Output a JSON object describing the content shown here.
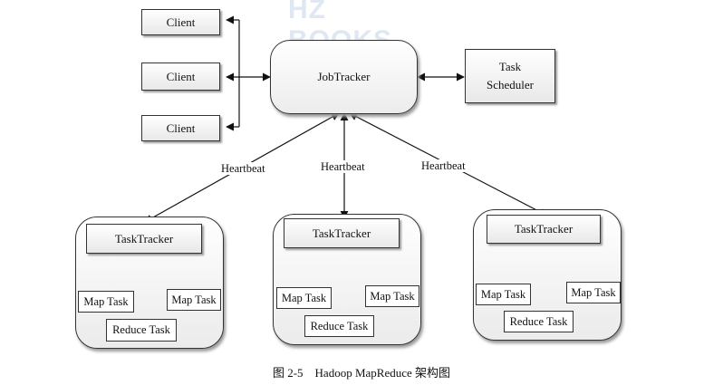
{
  "watermark": "HZ BOOKS",
  "clients": [
    "Client",
    "Client",
    "Client"
  ],
  "jobtracker": "JobTracker",
  "task_scheduler": {
    "line1": "Task",
    "line2": "Scheduler"
  },
  "heartbeat_labels": [
    "Heartbeat",
    "Heartbeat",
    "Heartbeat"
  ],
  "clusters": [
    {
      "tasktracker": "TaskTracker",
      "map_left": "Map Task",
      "map_right": "Map Task",
      "reduce": "Reduce Task"
    },
    {
      "tasktracker": "TaskTracker",
      "map_left": "Map Task",
      "map_right": "Map Task",
      "reduce": "Reduce Task"
    },
    {
      "tasktracker": "TaskTracker",
      "map_left": "Map Task",
      "map_right": "Map Task",
      "reduce": "Reduce Task"
    }
  ],
  "caption": "图 2-5    Hadoop MapReduce 架构图"
}
